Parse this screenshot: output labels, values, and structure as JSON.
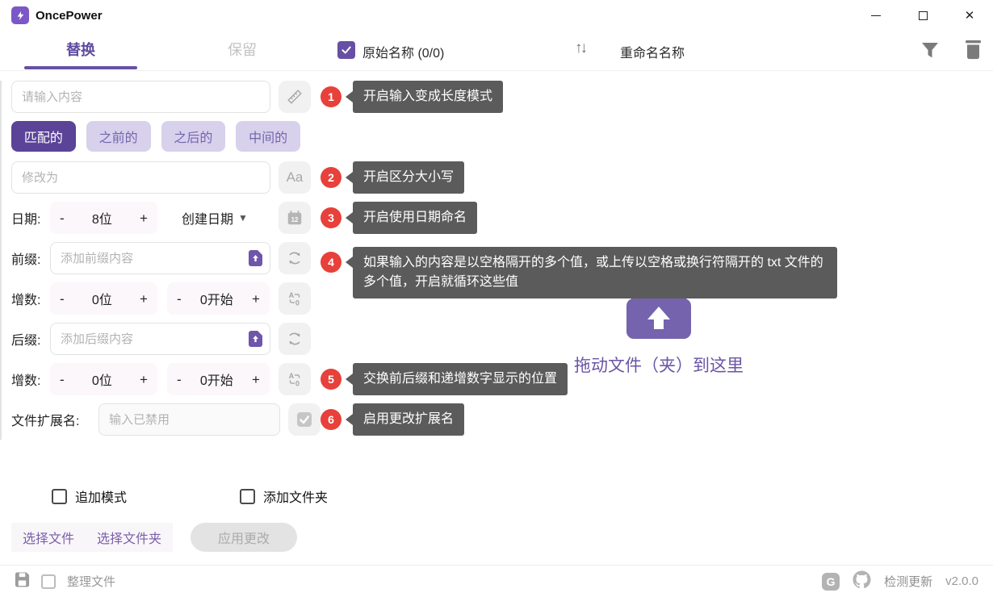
{
  "window": {
    "title": "OncePower"
  },
  "icons": {
    "minus": "-",
    "plus": "+",
    "aa": "Aa",
    "calendar_day": "12",
    "caret": "▼",
    "sort_up": "↑",
    "sort_down": "↓",
    "gitee_letter": "G",
    "close": "✕"
  },
  "header": {
    "tab_replace": "替换",
    "tab_keep": "保留",
    "original_name": "原始名称 (0/0)",
    "rename_name": "重命名名称"
  },
  "form": {
    "content_placeholder": "请输入内容",
    "mode_match": "匹配的",
    "mode_before": "之前的",
    "mode_after": "之后的",
    "mode_middle": "中间的",
    "replace_placeholder": "修改为",
    "date_label": "日期:",
    "date_digits": "8位",
    "date_type": "创建日期",
    "prefix_label": "前缀:",
    "prefix_placeholder": "添加前缀内容",
    "inc_label": "增数:",
    "inc_digits": "0位",
    "inc_start": "0开始",
    "suffix_label": "后缀:",
    "suffix_placeholder": "添加后缀内容",
    "ext_label": "文件扩展名:",
    "ext_placeholder": "输入已禁用",
    "append_mode": "追加模式",
    "add_folder": "添加文件夹",
    "select_files": "选择文件",
    "select_folders": "选择文件夹",
    "apply": "应用更改"
  },
  "tooltips": {
    "t1": {
      "num": "1",
      "text": "开启输入变成长度模式"
    },
    "t2": {
      "num": "2",
      "text": "开启区分大小写"
    },
    "t3": {
      "num": "3",
      "text": "开启使用日期命名"
    },
    "t4": {
      "num": "4",
      "text": "如果输入的内容是以空格隔开的多个值，或上传以空格或换行符隔开的 txt 文件的多个值，开启就循环这些值"
    },
    "t5": {
      "num": "5",
      "text": "交换前后缀和递增数字显示的位置"
    },
    "t6": {
      "num": "6",
      "text": "启用更改扩展名"
    }
  },
  "dropzone": {
    "text": "拖动文件（夹）到这里"
  },
  "footer": {
    "organize": "整理文件",
    "check_update": "检测更新",
    "version": "v2.0.0"
  },
  "colors": {
    "primary": "#5f4b9e",
    "badge": "#e8403a",
    "tooltip_bg": "#5b5b5b",
    "accent_light": "#d8d1ec"
  }
}
